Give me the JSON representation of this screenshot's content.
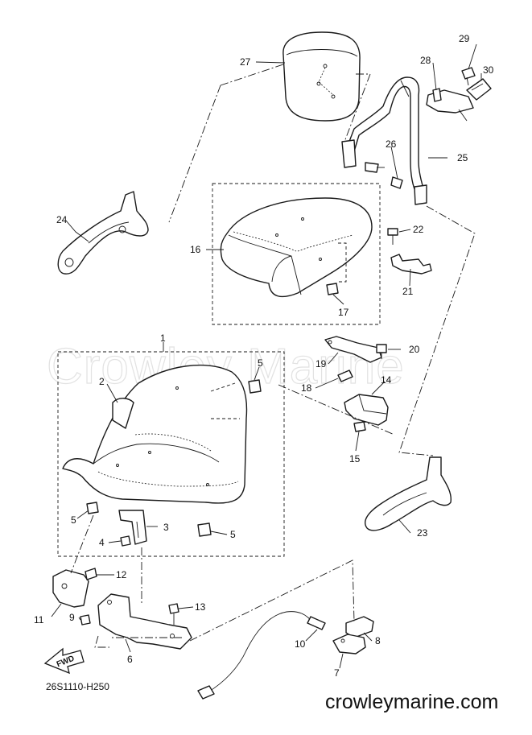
{
  "diagram_code": "26S1110-H250",
  "website": "crowleymarine.com",
  "watermark": "Crowley Marine",
  "fwd_label": "FWD",
  "callouts": {
    "c1": "1",
    "c2": "2",
    "c3": "3",
    "c4": "4",
    "c5a": "5",
    "c5b": "5",
    "c5c": "5",
    "c6": "6",
    "c7": "7",
    "c8": "8",
    "c9": "9",
    "c10": "10",
    "c11": "11",
    "c12": "12",
    "c13": "13",
    "c14": "14",
    "c15": "15",
    "c16": "16",
    "c17": "17",
    "c18": "18",
    "c19": "19",
    "c20": "20",
    "c21": "21",
    "c22": "22",
    "c23": "23",
    "c24": "24",
    "c25": "25",
    "c26": "26",
    "c27": "27",
    "c28": "28",
    "c29": "29",
    "c30": "30"
  }
}
